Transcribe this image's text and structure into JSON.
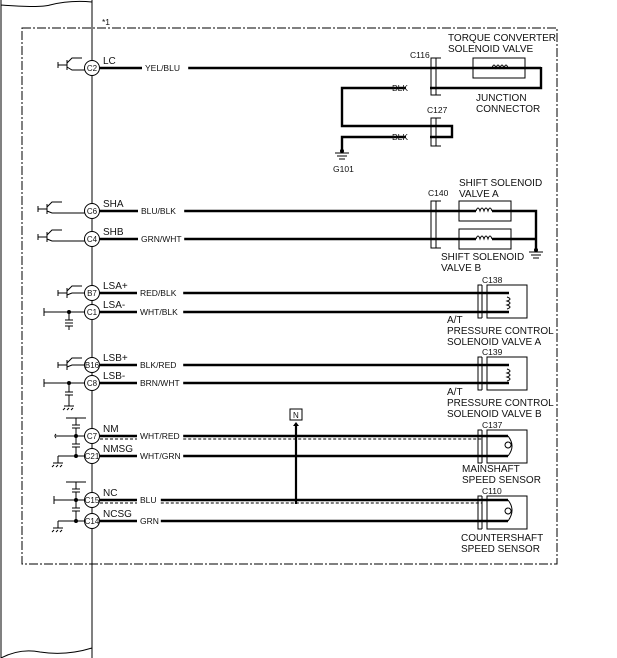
{
  "diagram": {
    "module_note": "*1",
    "ecm_pins": [
      {
        "pin": "C2",
        "signal": "LC",
        "wire": "YEL/BLU"
      },
      {
        "pin": "C6",
        "signal": "SHA",
        "wire": "BLU/BLK"
      },
      {
        "pin": "C4",
        "signal": "SHB",
        "wire": "GRN/WHT"
      },
      {
        "pin": "B7",
        "signal": "LSA+",
        "wire": "RED/BLK"
      },
      {
        "pin": "C1",
        "signal": "LSA-",
        "wire": "WHT/BLK"
      },
      {
        "pin": "B16",
        "signal": "LSB+",
        "wire": "BLK/RED"
      },
      {
        "pin": "C8",
        "signal": "LSB-",
        "wire": "BRN/WHT"
      },
      {
        "pin": "C7",
        "signal": "NM",
        "wire": "WHT/RED"
      },
      {
        "pin": "C21",
        "signal": "NMSG",
        "wire": "WHT/GRN"
      },
      {
        "pin": "C15",
        "signal": "NC",
        "wire": "BLU"
      },
      {
        "pin": "C14",
        "signal": "NCSG",
        "wire": "GRN"
      }
    ],
    "ground_wires": [
      "BLK",
      "BLK"
    ],
    "ground_label": "G101",
    "connectors": {
      "c116": "C116",
      "c127": "C127",
      "c140": "C140",
      "c138": "C138",
      "c139": "C139",
      "c137": "C137",
      "c110": "C110"
    },
    "components": {
      "tcc_line1": "TORQUE CONVERTER",
      "tcc_line2": "SOLENOID VALVE",
      "junction_line1": "JUNCTION",
      "junction_line2": "CONNECTOR",
      "ssa_line1": "SHIFT SOLENOID",
      "ssa_line2": "VALVE A",
      "ssb_line1": "SHIFT SOLENOID",
      "ssb_line2": "VALVE B",
      "pcsa_line1": "A/T",
      "pcsa_line2": "PRESSURE CONTROL",
      "pcsa_line3": "SOLENOID VALVE A",
      "pcsb_line1": "A/T",
      "pcsb_line2": "PRESSURE CONTROL",
      "pcsb_line3": "SOLENOID VALVE B",
      "mss_line1": "MAINSHAFT",
      "mss_line2": "SPEED SENSOR",
      "css_line1": "COUNTERSHAFT",
      "css_line2": "SPEED SENSOR"
    },
    "shield_marker": "N"
  }
}
